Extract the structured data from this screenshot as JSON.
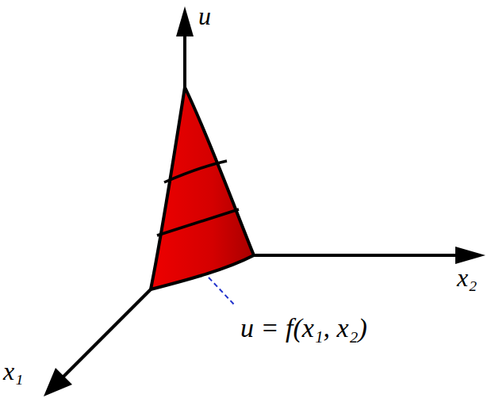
{
  "diagram": {
    "labels": [
      "u",
      "x₂",
      "u = f(x₁, x₂)",
      "x₁"
    ]
  }
}
